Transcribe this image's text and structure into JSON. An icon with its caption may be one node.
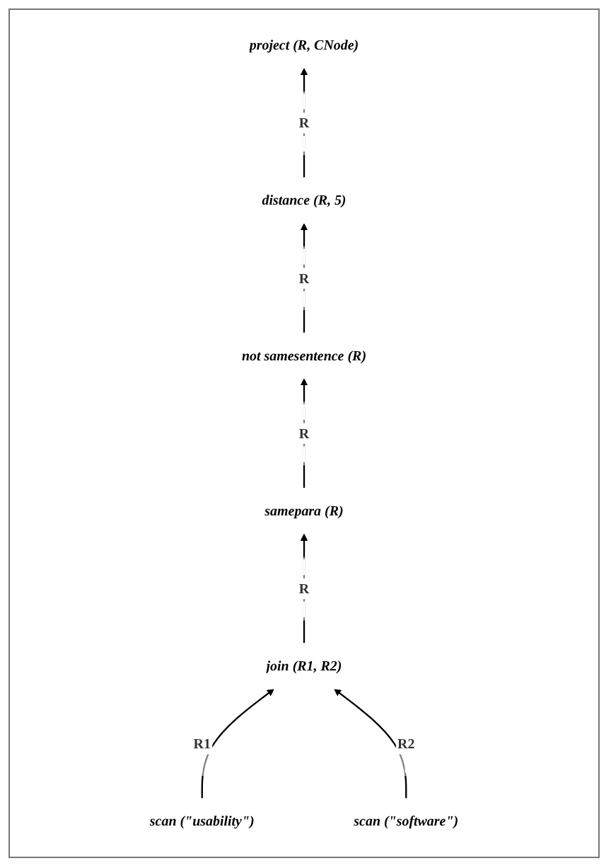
{
  "diagram": {
    "nodes": [
      {
        "text": [
          "project (R, CNode)"
        ]
      },
      {
        "text": [
          "distance (R, 5)"
        ]
      },
      {
        "text": [
          "not samesentence (R)"
        ]
      },
      {
        "text": [
          "samepara (R)"
        ]
      },
      {
        "text": [
          "join (R1, R2)"
        ]
      },
      {
        "text": [
          "scan (\"usability\")"
        ]
      },
      {
        "text": [
          "scan (\"software\")"
        ]
      }
    ],
    "edges": [
      {
        "from": 1,
        "to": 0,
        "arrow": "to",
        "label": "R"
      },
      {
        "from": 2,
        "to": 1,
        "arrow": "to",
        "label": "R"
      },
      {
        "from": 3,
        "to": 2,
        "arrow": "to",
        "label": "R"
      },
      {
        "from": 4,
        "to": 3,
        "arrow": "to",
        "label": "R"
      },
      {
        "from": 5,
        "to": 4,
        "arrow": "to",
        "label": "R1"
      },
      {
        "from": 6,
        "to": 4,
        "arrow": "to",
        "label": "R2"
      }
    ]
  }
}
